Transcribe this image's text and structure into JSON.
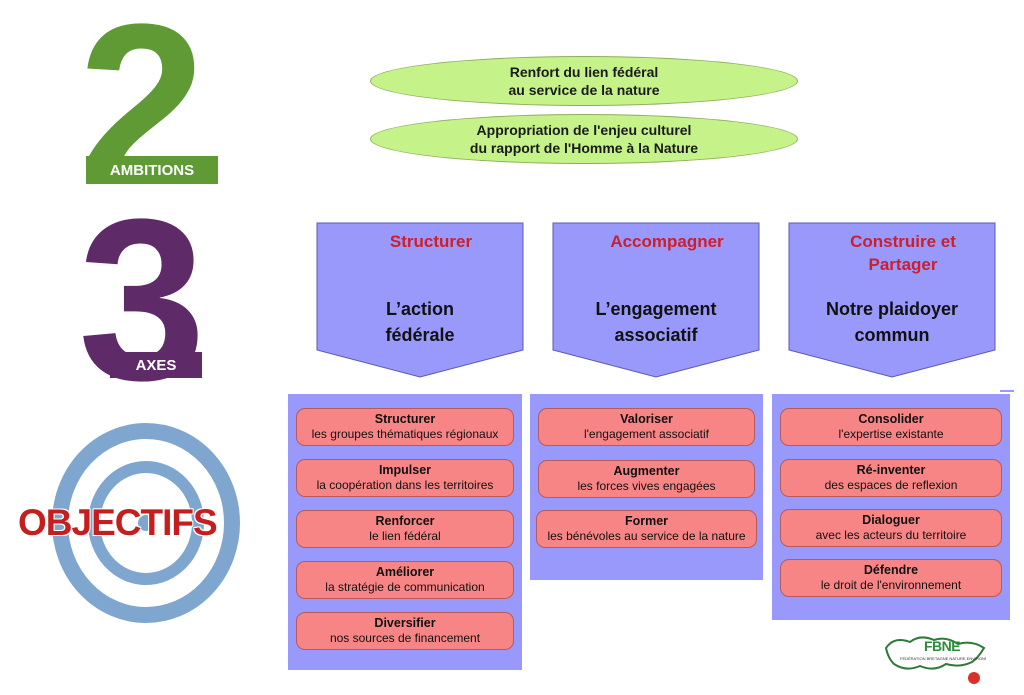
{
  "ambitions": {
    "number": "2",
    "label": "AMBITIONS",
    "items": [
      {
        "line1": "Renfort du lien fédéral",
        "line2": "au service de la nature"
      },
      {
        "line1": "Appropriation de l'enjeu culturel",
        "line2": "du rapport de l'Homme à la Nature"
      }
    ]
  },
  "axes": {
    "number": "3",
    "label": "AXES",
    "items": [
      {
        "name1": "Structurer",
        "name2": "",
        "sub1": "L’action",
        "sub2": "fédérale"
      },
      {
        "name1": "Accompagner",
        "name2": "",
        "sub1": "L’engagement",
        "sub2": "associatif"
      },
      {
        "name1": "Construire et",
        "name2": "Partager",
        "sub1": "Notre plaidoyer",
        "sub2": "commun"
      }
    ]
  },
  "objectifs": {
    "label": "OBJECTIFS",
    "columns": [
      [
        {
          "verb": "Structurer",
          "desc": "les groupes thématiques régionaux"
        },
        {
          "verb": "Impulser",
          "desc": "la coopération dans les territoires"
        },
        {
          "verb": "Renforcer",
          "desc": "le lien fédéral"
        },
        {
          "verb": "Améliorer",
          "desc": "la stratégie de communication"
        },
        {
          "verb": "Diversifier",
          "desc": "nos sources de financement"
        }
      ],
      [
        {
          "verb": "Valoriser",
          "desc": "l'engagement associatif"
        },
        {
          "verb": "Augmenter",
          "desc": "les forces vives engagées"
        },
        {
          "verb": "Former",
          "desc": "les bénévoles au service de la nature"
        }
      ],
      [
        {
          "verb": "Consolider",
          "desc": "l'expertise existante"
        },
        {
          "verb": "Ré-inventer",
          "desc": "des espaces de reflexion"
        },
        {
          "verb": "Dialoguer",
          "desc": "avec les acteurs du territoire"
        },
        {
          "verb": "Défendre",
          "desc": "le droit de l'environnement"
        }
      ]
    ]
  },
  "logo": {
    "text": "FBNE",
    "tagline": "FÉDÉRATION BRETAGNE NATURE ENVIRONNEMENT"
  },
  "colors": {
    "ambitions_green": "#5f9a35",
    "axes_purple": "#5e2b68",
    "ellipse_fill": "#c6f28a",
    "arrow_fill": "#9999fb",
    "panel_fill": "#9999fb",
    "pill_fill": "#f88585",
    "axis_name_red": "#cc1f2d",
    "target_blue": "#7ea6cf",
    "objectifs_red": "#c41e1e"
  }
}
